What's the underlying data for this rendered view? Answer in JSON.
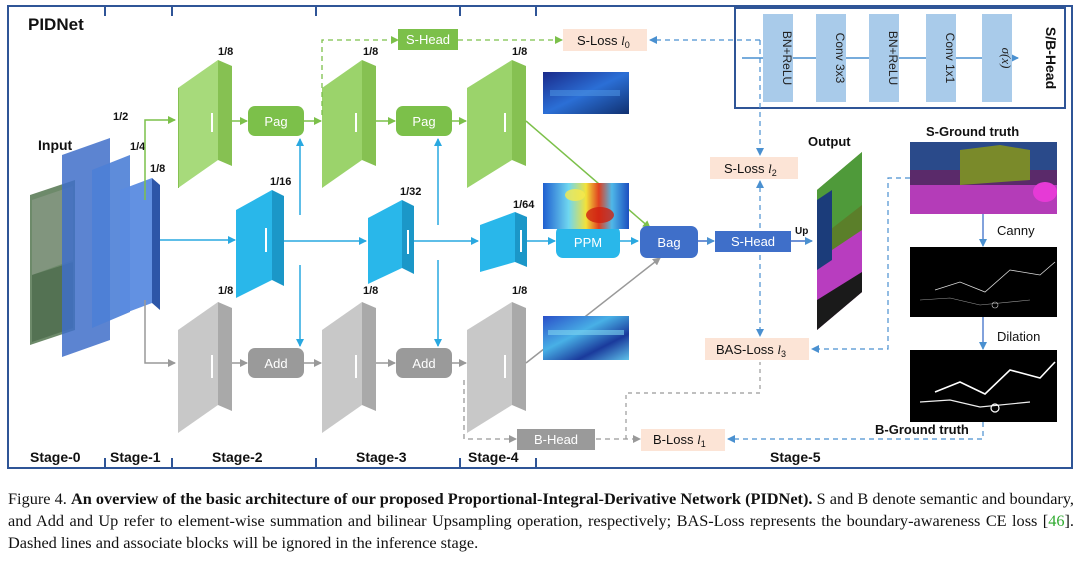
{
  "title": "PIDNet",
  "head_panel": {
    "label": "S/B-Head",
    "blocks": [
      "BN+ReLU",
      "Conv 3x3",
      "BN+ReLU",
      "Conv 1x1",
      "σ(x)"
    ]
  },
  "stages": [
    "Stage-0",
    "Stage-1",
    "Stage-2",
    "Stage-3",
    "Stage-4",
    "Stage-5"
  ],
  "scales": {
    "input_half": "1/2",
    "stage1_quarter": "1/4",
    "stage1_eighth": "1/8",
    "p2": "1/8",
    "p3": "1/8",
    "p4": "1/8",
    "i2": "1/16",
    "i3": "1/32",
    "i4": "1/64",
    "d2": "1/8",
    "d3": "1/8",
    "d4": "1/8"
  },
  "labels": {
    "input": "Input",
    "output": "Output",
    "pag": "Pag",
    "add": "Add",
    "ppm": "PPM",
    "bag": "Bag",
    "s_head": "S-Head",
    "b_head": "B-Head",
    "up": "Up",
    "s_gt": "S-Ground truth",
    "b_gt": "B-Ground truth",
    "canny": "Canny",
    "dilation": "Dilation"
  },
  "losses": {
    "s0_text": "S-Loss ",
    "s0_var": "l",
    "s0_sub": "0",
    "s2_text": "S-Loss ",
    "s2_var": "l",
    "s2_sub": "2",
    "bas_text": "BAS-Loss ",
    "bas_var": "l",
    "bas_sub": "3",
    "b1_text": "B-Loss ",
    "b1_var": "l",
    "b1_sub": "1"
  },
  "caption": {
    "figure": "Figure 4.",
    "bold": "An overview of the basic architecture of our proposed Proportional-Integral-Derivative Network (PIDNet).",
    "rest_a": "S and B denote semantic and boundary, and Add and Up refer to element-wise summation and bilinear Upsampling operation, respectively; BAS-Loss represents the boundary-awareness CE loss [",
    "cite": "46",
    "rest_b": "]. Dashed lines and associate blocks will be ignored in the inference stage."
  },
  "colors": {
    "green": "#9bd36b",
    "cyan": "#29b7ea",
    "gray": "#b9b9b9",
    "blue": "#3f6fc9",
    "frame": "#2f5597",
    "loss_fill": "#fce4d6"
  }
}
